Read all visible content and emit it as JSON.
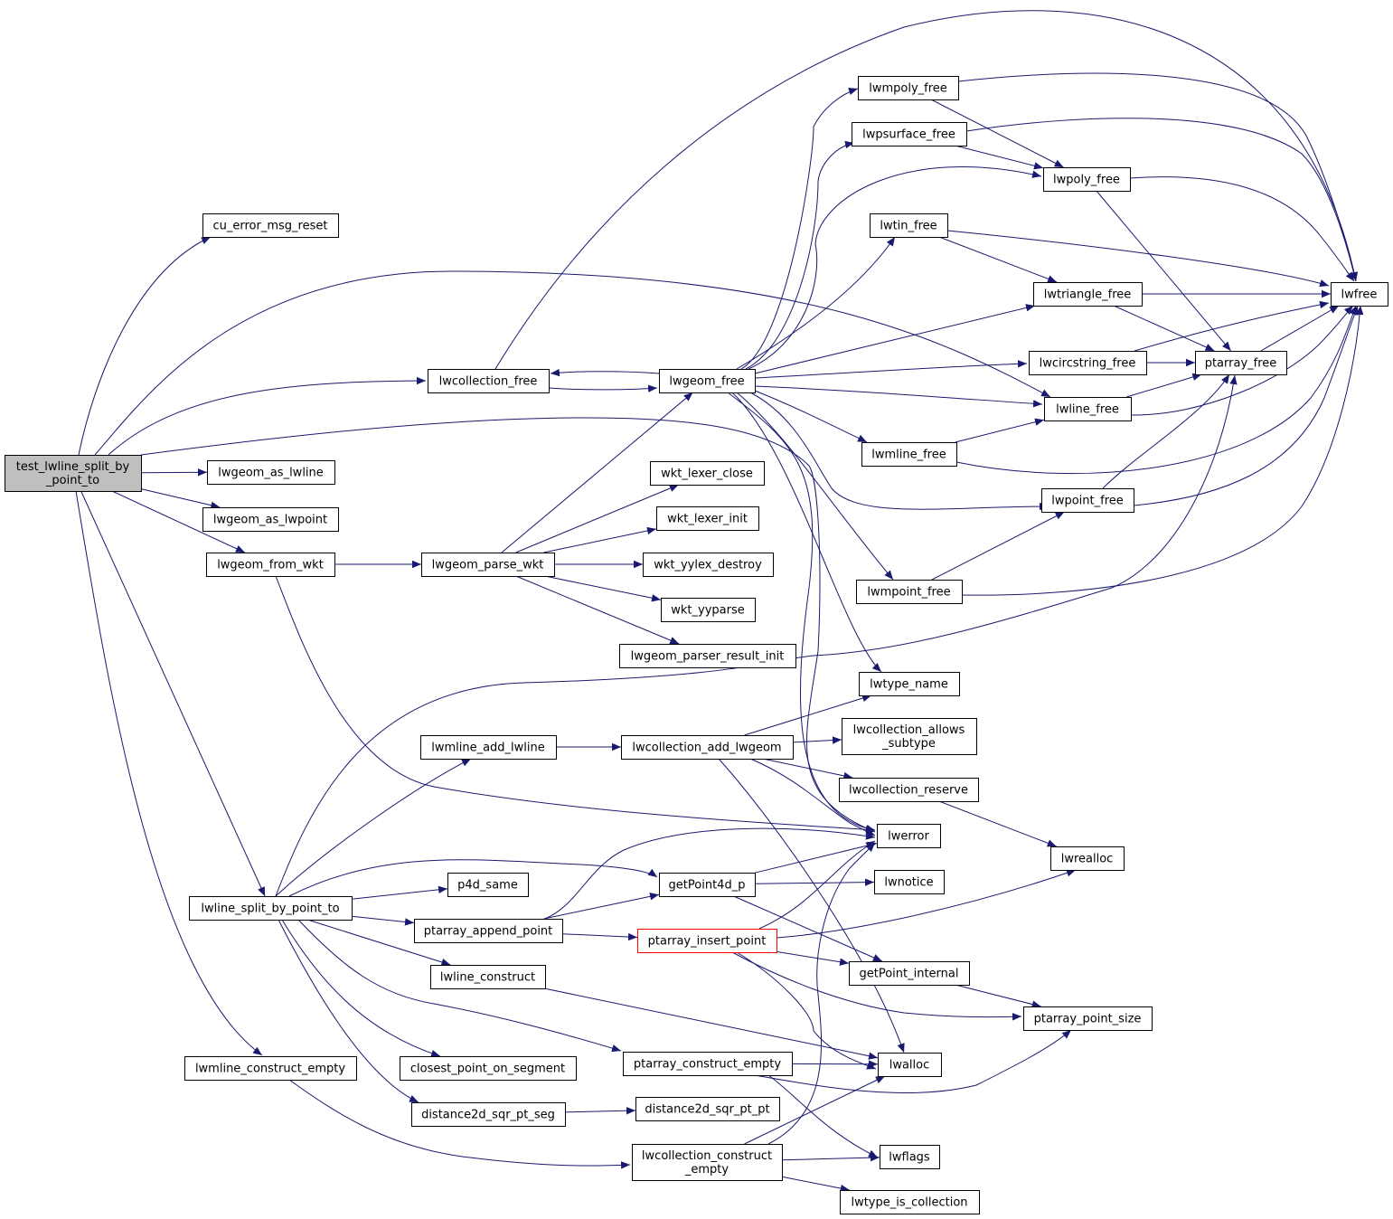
{
  "graph": {
    "edge_color": "#191970",
    "root_fill": "#bfbfbf",
    "highlight_border": "#ff0000",
    "nodes": [
      {
        "id": "test_lwline_split_by_point_to",
        "lines": [
          "test_lwline_split_by",
          "_point_to"
        ],
        "role": "root"
      },
      {
        "id": "cu_error_msg_reset",
        "lines": [
          "cu_error_msg_reset"
        ]
      },
      {
        "id": "lwcollection_free",
        "lines": [
          "lwcollection_free"
        ]
      },
      {
        "id": "lwgeom_as_lwline",
        "lines": [
          "lwgeom_as_lwline"
        ]
      },
      {
        "id": "lwgeom_as_lwpoint",
        "lines": [
          "lwgeom_as_lwpoint"
        ]
      },
      {
        "id": "lwgeom_from_wkt",
        "lines": [
          "lwgeom_from_wkt"
        ]
      },
      {
        "id": "lwline_split_by_point_to",
        "lines": [
          "lwline_split_by_point_to"
        ]
      },
      {
        "id": "lwmline_construct_empty",
        "lines": [
          "lwmline_construct_empty"
        ]
      },
      {
        "id": "lwgeom_free",
        "lines": [
          "lwgeom_free"
        ]
      },
      {
        "id": "lwgeom_parse_wkt",
        "lines": [
          "lwgeom_parse_wkt"
        ]
      },
      {
        "id": "lwmline_add_lwline",
        "lines": [
          "lwmline_add_lwline"
        ]
      },
      {
        "id": "p4d_same",
        "lines": [
          "p4d_same"
        ]
      },
      {
        "id": "ptarray_append_point",
        "lines": [
          "ptarray_append_point"
        ]
      },
      {
        "id": "lwline_construct",
        "lines": [
          "lwline_construct"
        ]
      },
      {
        "id": "closest_point_on_segment",
        "lines": [
          "closest_point_on_segment"
        ]
      },
      {
        "id": "distance2d_sqr_pt_seg",
        "lines": [
          "distance2d_sqr_pt_seg"
        ]
      },
      {
        "id": "wkt_lexer_close",
        "lines": [
          "wkt_lexer_close"
        ]
      },
      {
        "id": "wkt_lexer_init",
        "lines": [
          "wkt_lexer_init"
        ]
      },
      {
        "id": "wkt_yylex_destroy",
        "lines": [
          "wkt_yylex_destroy"
        ]
      },
      {
        "id": "wkt_yyparse",
        "lines": [
          "wkt_yyparse"
        ]
      },
      {
        "id": "lwgeom_parser_result_init",
        "lines": [
          "lwgeom_parser_result_init"
        ]
      },
      {
        "id": "lwcollection_add_lwgeom",
        "lines": [
          "lwcollection_add_lwgeom"
        ]
      },
      {
        "id": "getPoint4d_p",
        "lines": [
          "getPoint4d_p"
        ]
      },
      {
        "id": "ptarray_insert_point",
        "lines": [
          "ptarray_insert_point"
        ],
        "role": "highlight"
      },
      {
        "id": "ptarray_construct_empty",
        "lines": [
          "ptarray_construct_empty"
        ]
      },
      {
        "id": "distance2d_sqr_pt_pt",
        "lines": [
          "distance2d_sqr_pt_pt"
        ]
      },
      {
        "id": "lwcollection_construct_empty",
        "lines": [
          "lwcollection_construct",
          "_empty"
        ]
      },
      {
        "id": "lwmpoly_free",
        "lines": [
          "lwmpoly_free"
        ]
      },
      {
        "id": "lwpsurface_free",
        "lines": [
          "lwpsurface_free"
        ]
      },
      {
        "id": "lwtin_free",
        "lines": [
          "lwtin_free"
        ]
      },
      {
        "id": "lwmline_free",
        "lines": [
          "lwmline_free"
        ]
      },
      {
        "id": "lwmpoint_free",
        "lines": [
          "lwmpoint_free"
        ]
      },
      {
        "id": "lwtype_name",
        "lines": [
          "lwtype_name"
        ]
      },
      {
        "id": "lwcollection_allows_subtype",
        "lines": [
          "lwcollection_allows",
          "_subtype"
        ]
      },
      {
        "id": "lwcollection_reserve",
        "lines": [
          "lwcollection_reserve"
        ]
      },
      {
        "id": "lwerror",
        "lines": [
          "lwerror"
        ]
      },
      {
        "id": "lwnotice",
        "lines": [
          "lwnotice"
        ]
      },
      {
        "id": "getPoint_internal",
        "lines": [
          "getPoint_internal"
        ]
      },
      {
        "id": "lwalloc",
        "lines": [
          "lwalloc"
        ]
      },
      {
        "id": "lwflags",
        "lines": [
          "lwflags"
        ]
      },
      {
        "id": "lwtype_is_collection",
        "lines": [
          "lwtype_is_collection"
        ]
      },
      {
        "id": "lwpoly_free",
        "lines": [
          "lwpoly_free"
        ]
      },
      {
        "id": "lwtriangle_free",
        "lines": [
          "lwtriangle_free"
        ]
      },
      {
        "id": "lwcircstring_free",
        "lines": [
          "lwcircstring_free"
        ]
      },
      {
        "id": "lwline_free",
        "lines": [
          "lwline_free"
        ]
      },
      {
        "id": "lwpoint_free",
        "lines": [
          "lwpoint_free"
        ]
      },
      {
        "id": "lwrealloc",
        "lines": [
          "lwrealloc"
        ]
      },
      {
        "id": "ptarray_point_size",
        "lines": [
          "ptarray_point_size"
        ]
      },
      {
        "id": "ptarray_free",
        "lines": [
          "ptarray_free"
        ]
      },
      {
        "id": "lwfree",
        "lines": [
          "lwfree"
        ]
      }
    ],
    "edges": [
      {
        "from": "test_lwline_split_by_point_to",
        "to": "cu_error_msg_reset"
      },
      {
        "from": "test_lwline_split_by_point_to",
        "to": "lwcollection_free"
      },
      {
        "from": "test_lwline_split_by_point_to",
        "to": "lwgeom_as_lwline"
      },
      {
        "from": "test_lwline_split_by_point_to",
        "to": "lwgeom_as_lwpoint"
      },
      {
        "from": "test_lwline_split_by_point_to",
        "to": "lwgeom_from_wkt"
      },
      {
        "from": "test_lwline_split_by_point_to",
        "to": "lwline_split_by_point_to"
      },
      {
        "from": "test_lwline_split_by_point_to",
        "to": "lwmline_construct_empty"
      },
      {
        "from": "test_lwline_split_by_point_to",
        "to": "lwgeom_free"
      },
      {
        "from": "test_lwline_split_by_point_to",
        "to": "lwline_free"
      },
      {
        "from": "lwcollection_free",
        "to": "lwgeom_free"
      },
      {
        "from": "lwcollection_free",
        "to": "lwfree"
      },
      {
        "from": "lwgeom_free",
        "to": "lwcollection_free"
      },
      {
        "from": "lwgeom_free",
        "to": "lwmpoly_free"
      },
      {
        "from": "lwgeom_free",
        "to": "lwpsurface_free"
      },
      {
        "from": "lwgeom_free",
        "to": "lwpoly_free"
      },
      {
        "from": "lwgeom_free",
        "to": "lwtin_free"
      },
      {
        "from": "lwgeom_free",
        "to": "lwtriangle_free"
      },
      {
        "from": "lwgeom_free",
        "to": "lwcircstring_free"
      },
      {
        "from": "lwgeom_free",
        "to": "lwline_free"
      },
      {
        "from": "lwgeom_free",
        "to": "lwmline_free"
      },
      {
        "from": "lwgeom_free",
        "to": "lwpoint_free"
      },
      {
        "from": "lwgeom_free",
        "to": "lwmpoint_free"
      },
      {
        "from": "lwgeom_free",
        "to": "lwtype_name"
      },
      {
        "from": "lwgeom_free",
        "to": "lwerror"
      },
      {
        "from": "lwgeom_from_wkt",
        "to": "lwgeom_parse_wkt"
      },
      {
        "from": "lwgeom_from_wkt",
        "to": "lwerror"
      },
      {
        "from": "lwgeom_parse_wkt",
        "to": "lwgeom_free"
      },
      {
        "from": "lwgeom_parse_wkt",
        "to": "wkt_lexer_close"
      },
      {
        "from": "lwgeom_parse_wkt",
        "to": "wkt_lexer_init"
      },
      {
        "from": "lwgeom_parse_wkt",
        "to": "wkt_yylex_destroy"
      },
      {
        "from": "lwgeom_parse_wkt",
        "to": "wkt_yyparse"
      },
      {
        "from": "lwgeom_parse_wkt",
        "to": "lwgeom_parser_result_init"
      },
      {
        "from": "lwline_split_by_point_to",
        "to": "ptarray_free"
      },
      {
        "from": "lwline_split_by_point_to",
        "to": "lwmline_add_lwline"
      },
      {
        "from": "lwline_split_by_point_to",
        "to": "getPoint4d_p"
      },
      {
        "from": "lwline_split_by_point_to",
        "to": "p4d_same"
      },
      {
        "from": "lwline_split_by_point_to",
        "to": "ptarray_append_point"
      },
      {
        "from": "lwline_split_by_point_to",
        "to": "lwline_construct"
      },
      {
        "from": "lwline_split_by_point_to",
        "to": "ptarray_construct_empty"
      },
      {
        "from": "lwline_split_by_point_to",
        "to": "closest_point_on_segment"
      },
      {
        "from": "lwline_split_by_point_to",
        "to": "distance2d_sqr_pt_seg"
      },
      {
        "from": "lwmline_construct_empty",
        "to": "lwcollection_construct_empty"
      },
      {
        "from": "lwmline_add_lwline",
        "to": "lwcollection_add_lwgeom"
      },
      {
        "from": "lwcollection_add_lwgeom",
        "to": "lwtype_name"
      },
      {
        "from": "lwcollection_add_lwgeom",
        "to": "lwcollection_allows_subtype"
      },
      {
        "from": "lwcollection_add_lwgeom",
        "to": "lwcollection_reserve"
      },
      {
        "from": "lwcollection_add_lwgeom",
        "to": "lwerror"
      },
      {
        "from": "lwcollection_add_lwgeom",
        "to": "lwalloc"
      },
      {
        "from": "lwcollection_reserve",
        "to": "lwrealloc"
      },
      {
        "from": "getPoint4d_p",
        "to": "lwerror"
      },
      {
        "from": "getPoint4d_p",
        "to": "lwnotice"
      },
      {
        "from": "getPoint4d_p",
        "to": "getPoint_internal"
      },
      {
        "from": "ptarray_append_point",
        "to": "getPoint4d_p"
      },
      {
        "from": "ptarray_append_point",
        "to": "ptarray_insert_point"
      },
      {
        "from": "ptarray_append_point",
        "to": "lwerror"
      },
      {
        "from": "ptarray_insert_point",
        "to": "lwerror"
      },
      {
        "from": "ptarray_insert_point",
        "to": "lwrealloc"
      },
      {
        "from": "ptarray_insert_point",
        "to": "getPoint_internal"
      },
      {
        "from": "ptarray_insert_point",
        "to": "ptarray_point_size"
      },
      {
        "from": "ptarray_insert_point",
        "to": "lwalloc"
      },
      {
        "from": "lwline_construct",
        "to": "lwalloc"
      },
      {
        "from": "ptarray_construct_empty",
        "to": "lwalloc"
      },
      {
        "from": "ptarray_construct_empty",
        "to": "ptarray_point_size"
      },
      {
        "from": "ptarray_construct_empty",
        "to": "lwflags"
      },
      {
        "from": "distance2d_sqr_pt_seg",
        "to": "distance2d_sqr_pt_pt"
      },
      {
        "from": "lwcollection_construct_empty",
        "to": "lwerror"
      },
      {
        "from": "lwcollection_construct_empty",
        "to": "lwalloc"
      },
      {
        "from": "lwcollection_construct_empty",
        "to": "lwflags"
      },
      {
        "from": "lwcollection_construct_empty",
        "to": "lwtype_is_collection"
      },
      {
        "from": "getPoint_internal",
        "to": "ptarray_point_size"
      },
      {
        "from": "lwmpoly_free",
        "to": "lwpoly_free"
      },
      {
        "from": "lwmpoly_free",
        "to": "lwfree"
      },
      {
        "from": "lwpsurface_free",
        "to": "lwpoly_free"
      },
      {
        "from": "lwpsurface_free",
        "to": "lwfree"
      },
      {
        "from": "lwpoly_free",
        "to": "ptarray_free"
      },
      {
        "from": "lwpoly_free",
        "to": "lwfree"
      },
      {
        "from": "lwtin_free",
        "to": "lwtriangle_free"
      },
      {
        "from": "lwtin_free",
        "to": "lwfree"
      },
      {
        "from": "lwtriangle_free",
        "to": "lwfree"
      },
      {
        "from": "lwtriangle_free",
        "to": "ptarray_free"
      },
      {
        "from": "lwcircstring_free",
        "to": "ptarray_free"
      },
      {
        "from": "lwcircstring_free",
        "to": "lwfree"
      },
      {
        "from": "lwline_free",
        "to": "ptarray_free"
      },
      {
        "from": "lwline_free",
        "to": "lwfree"
      },
      {
        "from": "lwmline_free",
        "to": "lwline_free"
      },
      {
        "from": "lwmline_free",
        "to": "lwfree"
      },
      {
        "from": "lwpoint_free",
        "to": "ptarray_free"
      },
      {
        "from": "lwpoint_free",
        "to": "lwfree"
      },
      {
        "from": "lwmpoint_free",
        "to": "lwpoint_free"
      },
      {
        "from": "lwmpoint_free",
        "to": "lwfree"
      },
      {
        "from": "ptarray_free",
        "to": "lwfree"
      }
    ]
  }
}
